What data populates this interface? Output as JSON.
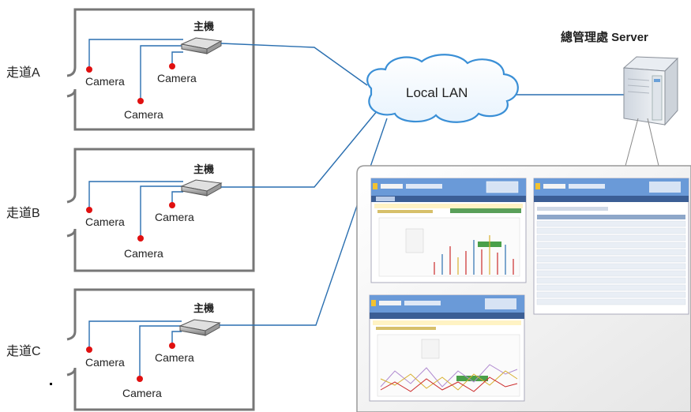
{
  "corridors": [
    {
      "label": "走道A",
      "host_label": "主機",
      "cameras": [
        {
          "label": "Camera"
        },
        {
          "label": "Camera"
        },
        {
          "label": "Camera"
        }
      ]
    },
    {
      "label": "走道B",
      "host_label": "主機",
      "cameras": [
        {
          "label": "Camera"
        },
        {
          "label": "Camera"
        },
        {
          "label": "Camera"
        }
      ]
    },
    {
      "label": "走道C",
      "host_label": "主機",
      "cameras": [
        {
          "label": "Camera"
        },
        {
          "label": "Camera"
        },
        {
          "label": "Camera"
        }
      ]
    }
  ],
  "network": {
    "label": "Local LAN"
  },
  "server": {
    "label": "總管理處 Server"
  },
  "colors": {
    "line": "#2a6fb0",
    "camera_dot": "#e01010",
    "box_border": "#777777",
    "cloud_stroke": "#3a8fd6",
    "window_header": "#6a9ad8"
  }
}
